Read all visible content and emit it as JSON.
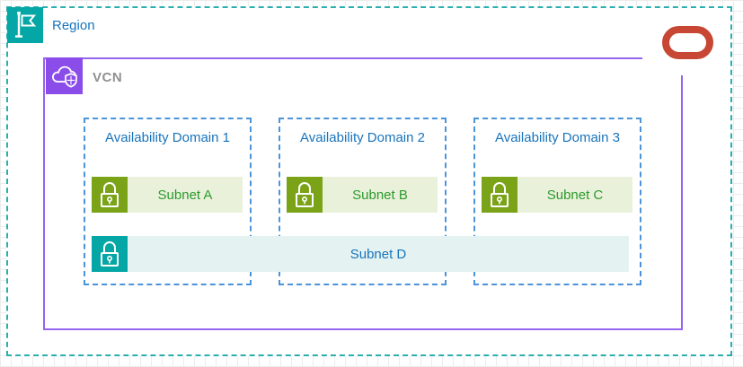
{
  "region": {
    "label": "Region"
  },
  "vcn": {
    "label": "VCN"
  },
  "availability_domains": [
    {
      "label": "Availability Domain 1",
      "subnet_label": "Subnet A"
    },
    {
      "label": "Availability Domain 2",
      "subnet_label": "Subnet B"
    },
    {
      "label": "Availability Domain 3",
      "subnet_label": "Subnet C"
    }
  ],
  "regional_subnet": {
    "label": "Subnet D"
  },
  "icons": {
    "region": "flag-icon",
    "vcn": "cloud-shield-icon",
    "subnet": "padlock-icon",
    "brand": "oracle-logo"
  },
  "colors": {
    "region_teal": "#05A6A6",
    "region_border": "#2BAEAE",
    "vcn_purple": "#8B4DE9",
    "vcn_border": "#9564F0",
    "vcn_text": "#919191",
    "ad_border": "#4C93D9",
    "blue_text": "#1874BC",
    "subnet_green": "#7BA318",
    "subnet_green_bg": "#EAF1DB",
    "green_text": "#2C9B2C",
    "subnet_teal": "#05A6A6",
    "subnet_teal_bg": "#E4F2F2",
    "oracle_red": "#C74634",
    "grid": "#ECECEC"
  }
}
